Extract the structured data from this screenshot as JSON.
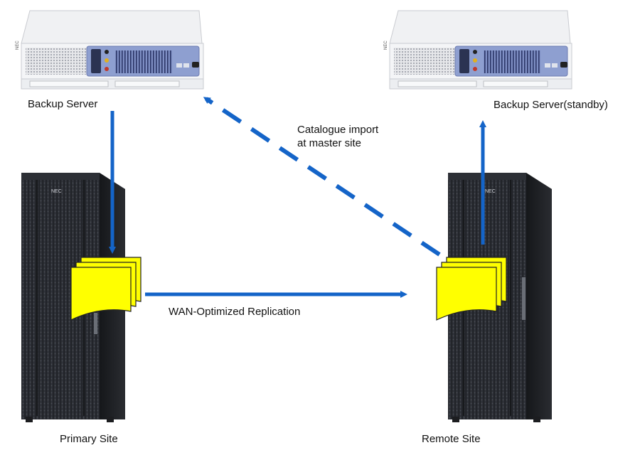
{
  "nodes": {
    "backup_server": {
      "label": "Backup Server",
      "vendor": "NEC"
    },
    "backup_server_standby": {
      "label": "Backup Server(standby)",
      "vendor": "NEC"
    },
    "primary_site": {
      "label": "Primary Site",
      "vendor": "NEC"
    },
    "remote_site": {
      "label": "Remote Site",
      "vendor": "NEC"
    }
  },
  "edges": [
    {
      "from": "backup_server",
      "to": "primary_site",
      "style": "solid",
      "label": ""
    },
    {
      "from": "primary_site",
      "to": "remote_site",
      "style": "solid",
      "label": "WAN-Optimized Replication"
    },
    {
      "from": "remote_site",
      "to": "backup_server",
      "style": "dashed",
      "label_lines": [
        "Catalogue import",
        "at master site"
      ]
    },
    {
      "from": "remote_site",
      "to": "backup_server_standby",
      "style": "solid",
      "label": ""
    }
  ],
  "colors": {
    "arrow": "#1464c8",
    "document": "#ffff00",
    "rack": "#2a2d33",
    "server_panel": "#8e9fd0"
  },
  "icons": [
    "server-icon",
    "rack-icon",
    "document-stack-icon"
  ]
}
